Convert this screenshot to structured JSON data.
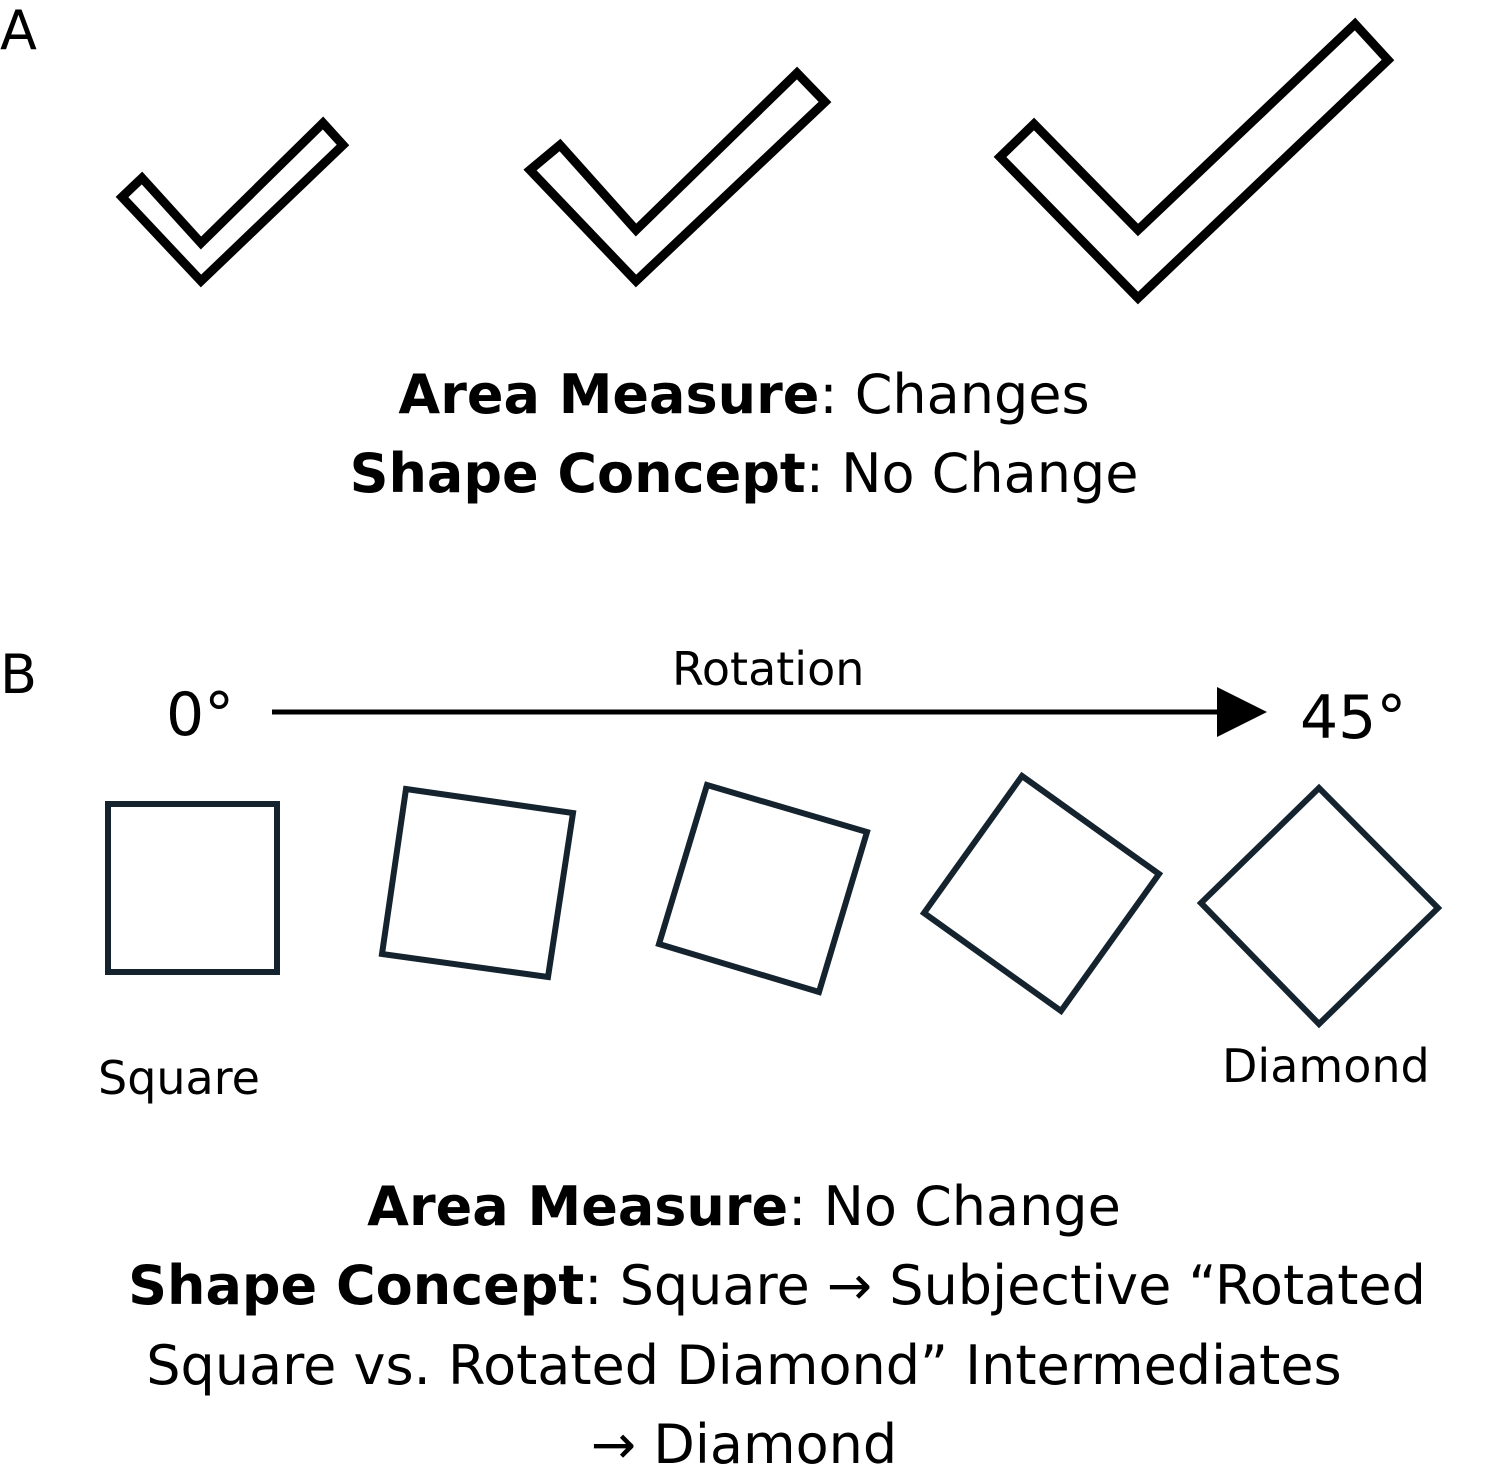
{
  "panel_a": {
    "letter": "A",
    "caption": {
      "line1_bold": "Area Measure",
      "line1_rest": ": Changes",
      "line2_bold": "Shape Concept",
      "line2_rest": ": No Change"
    }
  },
  "panel_b": {
    "letter": "B",
    "rotation_label": "Rotation",
    "start_angle": "0°",
    "end_angle": "45°",
    "shape_colors": {
      "outline": "#14232e",
      "checkmark": "#000000"
    },
    "left_shape_label": "Square",
    "right_shape_label": "Diamond",
    "caption": {
      "line1_bold": "Area Measure",
      "line1_rest": ": No Change",
      "line2_bold": "Shape Concept",
      "line2_rest": ": Square → Subjective “Rotated",
      "line3": "Square vs. Rotated Diamond” Intermediates",
      "line4": "→ Diamond"
    }
  }
}
